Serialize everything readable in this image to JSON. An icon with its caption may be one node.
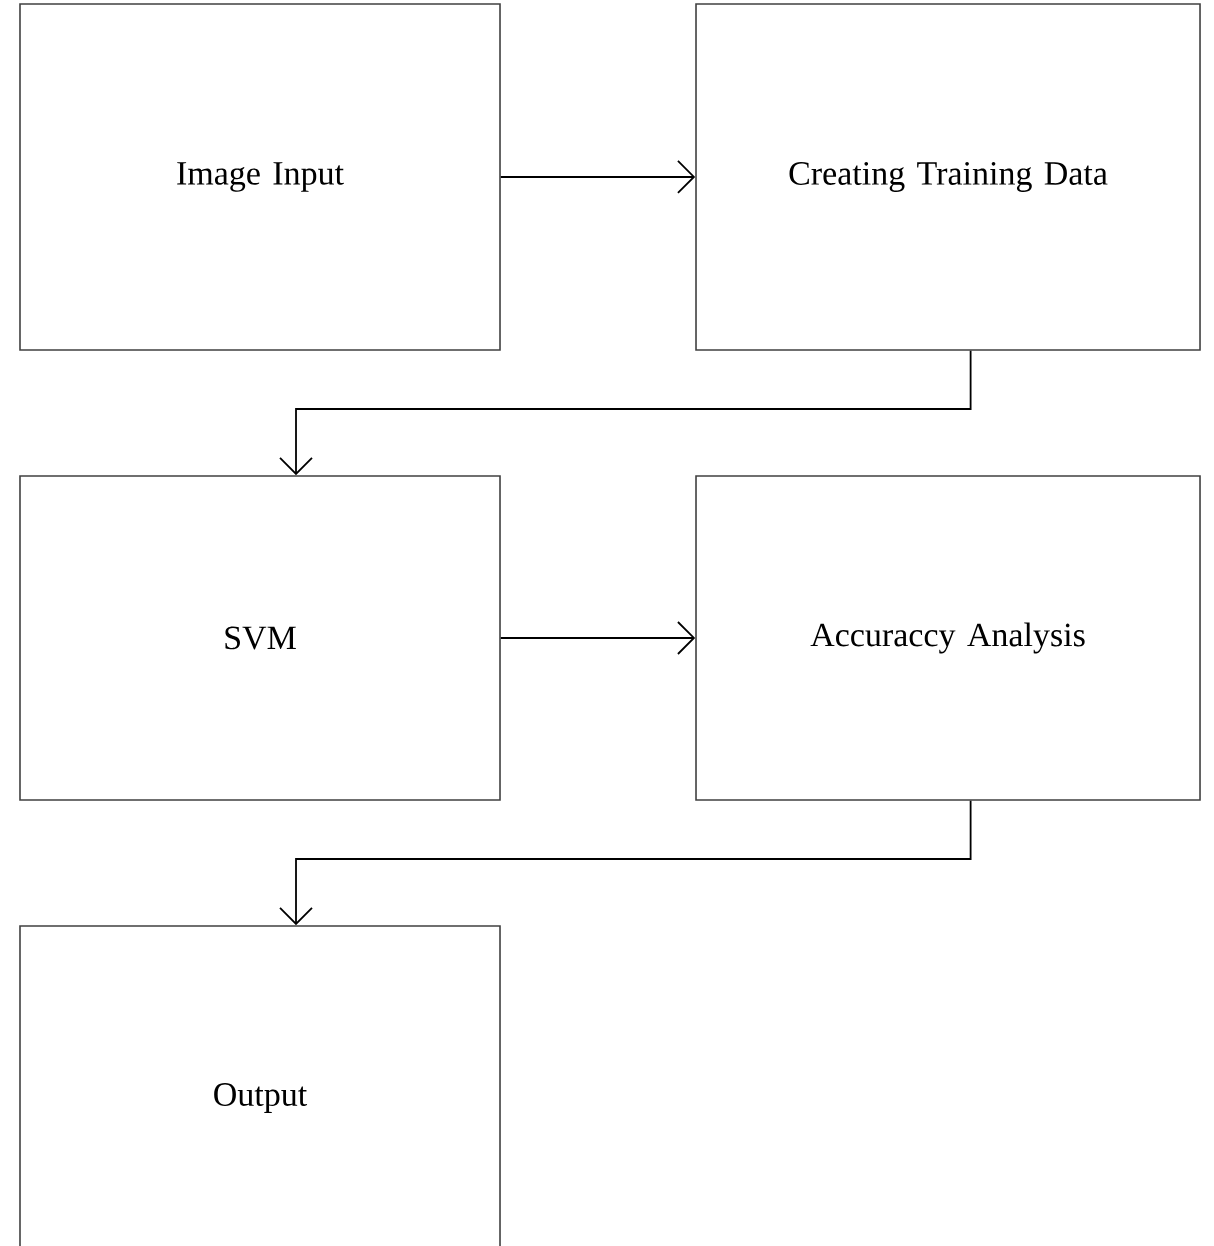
{
  "diagram": {
    "nodes": [
      {
        "text": [
          "Image Input"
        ]
      },
      {
        "text": [
          "Creating Training Data"
        ]
      },
      {
        "text": [
          "SVM"
        ]
      },
      {
        "text": [
          "Accuraccy Analysis"
        ]
      },
      {
        "text": [
          "Output"
        ]
      }
    ],
    "edges": [
      {
        "from": 0,
        "to": 1,
        "arrow": "to"
      },
      {
        "from": 1,
        "to": 2,
        "arrow": "to"
      },
      {
        "from": 2,
        "to": 3,
        "arrow": "to"
      },
      {
        "from": 3,
        "to": 4,
        "arrow": "to"
      }
    ]
  }
}
